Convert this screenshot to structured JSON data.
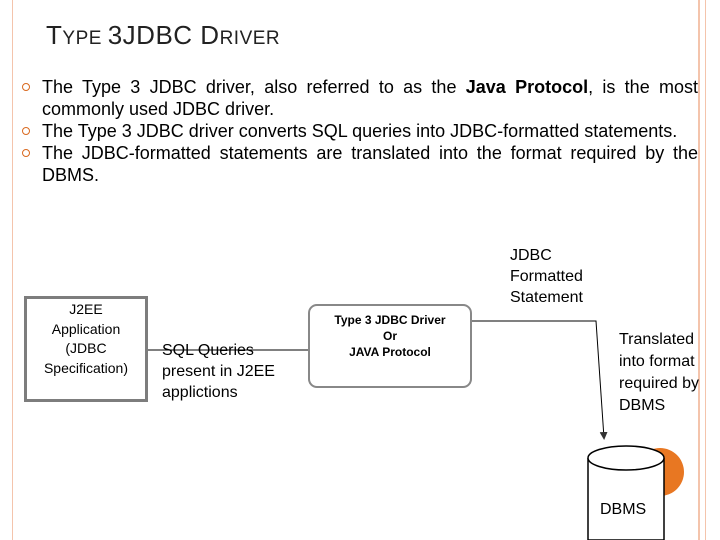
{
  "title": {
    "first_letter": "T",
    "rest1": "YPE ",
    "num": "3",
    "mid": "JDBC ",
    "d_letter": "D",
    "rest2": "RIVER"
  },
  "bullets": [
    {
      "before": "The Type 3 JDBC driver, also referred to as the ",
      "bold": "Java Protocol",
      "after": ", is the most commonly used JDBC driver."
    },
    {
      "before": "The Type 3 JDBC driver converts SQL queries into JDBC-formatted statements.",
      "bold": "",
      "after": ""
    },
    {
      "before": "The JDBC-formatted statements are translated into the format required by the DBMS.",
      "bold": "",
      "after": ""
    }
  ],
  "diagram": {
    "j2ee_box": [
      "J2EE",
      "Application",
      "(JDBC",
      "Specification)"
    ],
    "sql_label": [
      "SQL Queries",
      "present in J2EE",
      "applictions"
    ],
    "driver_box": [
      "Type 3 JDBC Driver",
      "Or",
      "JAVA Protocol"
    ],
    "jdbc_label": [
      "JDBC",
      "Formatted",
      "Statement"
    ],
    "translated_label": [
      "Translated",
      "into format",
      "required by",
      "DBMS"
    ],
    "dbms_label": "DBMS"
  },
  "colors": {
    "accent": "#e87722",
    "frame": "#f4c4ac",
    "bullet": "#d9691f"
  }
}
